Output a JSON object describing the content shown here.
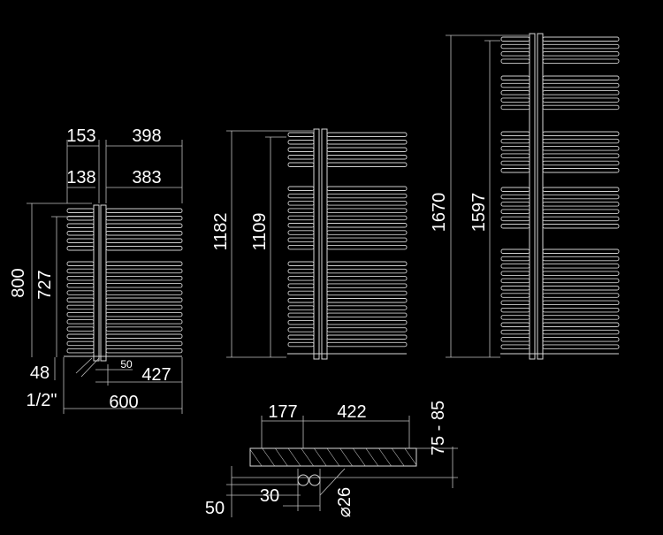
{
  "small_rail": {
    "top_left_outer": "153",
    "top_right_outer": "398",
    "top_left_inner": "138",
    "top_right_inner": "383",
    "height_total": "800",
    "height_inner": "727",
    "bottom_offset": "48",
    "pipe_thread": "1/2\"",
    "valve_gap": "50",
    "pipe_span": "427",
    "width_total": "600"
  },
  "medium_rail": {
    "height_total": "1182",
    "height_inner": "1109"
  },
  "large_rail": {
    "height_total": "1670",
    "height_inner": "1597"
  },
  "plan_view": {
    "left_offset": "177",
    "right_span": "422",
    "wall_distance": "75 - 85",
    "pipe_offset": "50",
    "valve_offset": "30",
    "pipe_diameter": "⌀26"
  }
}
